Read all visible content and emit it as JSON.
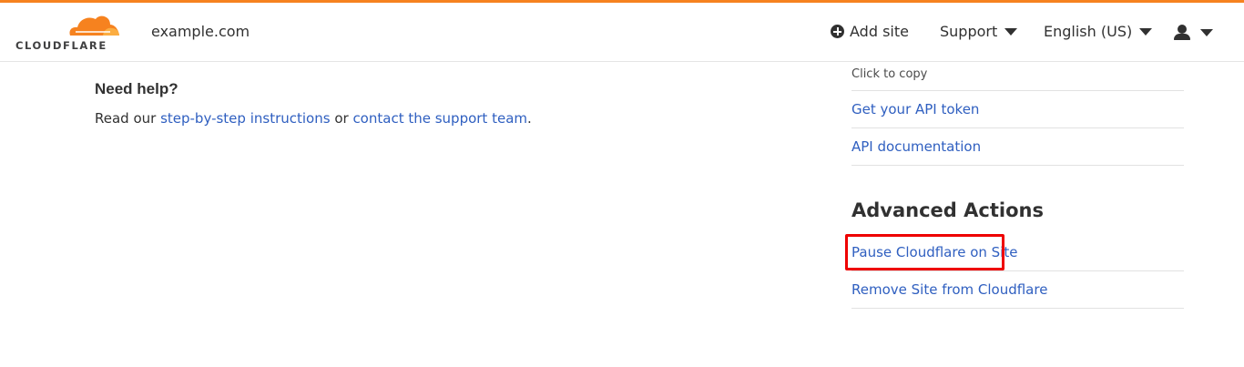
{
  "header": {
    "brand": "CLOUDFLARE",
    "domain": "example.com",
    "nav": {
      "add_site": "Add site",
      "support": "Support",
      "language": "English (US)"
    },
    "colors": {
      "accent": "#f6821f",
      "link": "#2f5fc0",
      "highlight": "#ee0000"
    }
  },
  "help": {
    "title": "Need help?",
    "text_prefix": "Read our ",
    "link1": "step-by-step instructions",
    "text_mid": " or ",
    "link2": "contact the support team",
    "text_suffix": "."
  },
  "api": {
    "copy_hint": "Click to copy",
    "links": [
      "Get your API token",
      "API documentation"
    ]
  },
  "advanced": {
    "title": "Advanced Actions",
    "links": [
      "Pause Cloudflare on Site",
      "Remove Site from Cloudflare"
    ]
  }
}
